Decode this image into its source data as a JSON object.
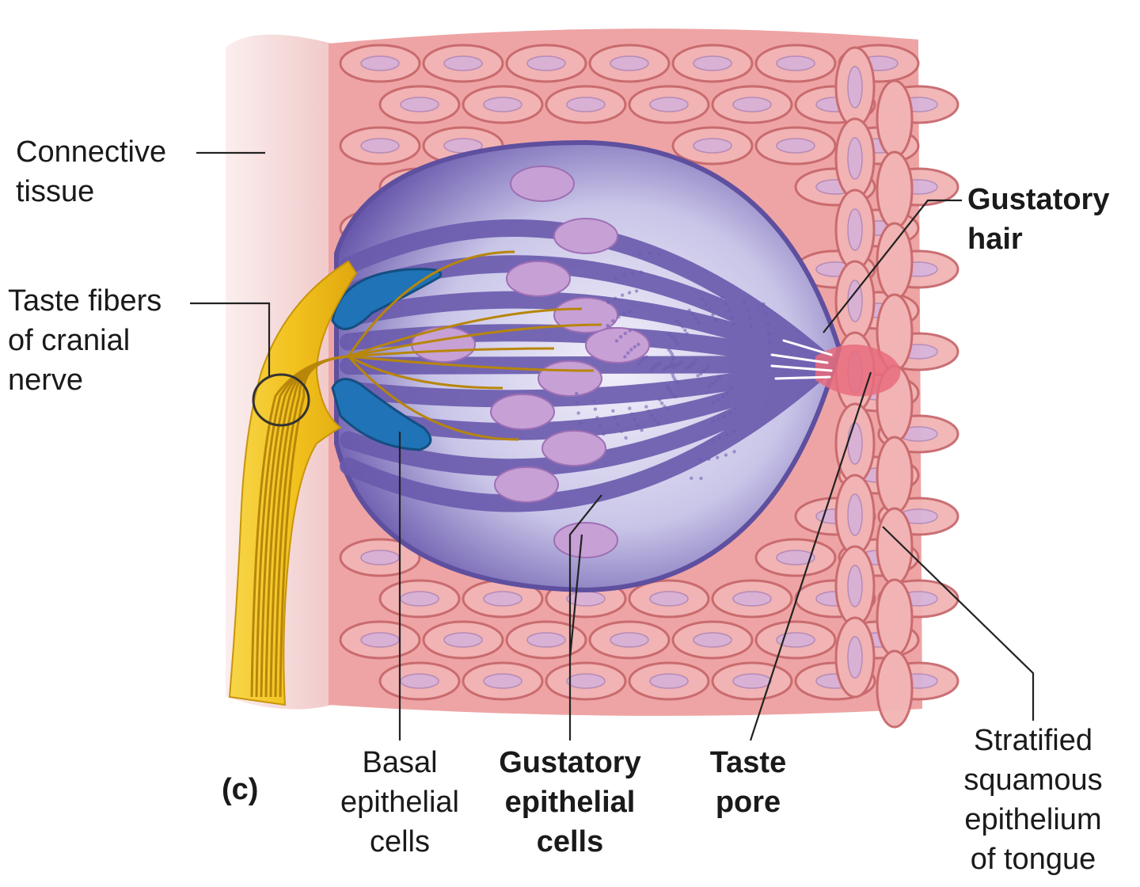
{
  "panel_letter": "(c)",
  "labels": {
    "connective_tissue": "Connective\ntissue",
    "taste_fibers": "Taste fibers\nof cranial\nnerve",
    "gustatory_hair": "Gustatory\nhair",
    "basal_cells": "Basal\nepithelial\ncells",
    "gustatory_cells": "Gustatory\nepithelial\ncells",
    "taste_pore": "Taste\npore",
    "stratified_epithelium": "Stratified\nsquamous\nepithelium\nof tongue"
  },
  "colors": {
    "epithelium": "#eea4a4",
    "epithelium_outline": "#c8686c",
    "connective": "#f6dede",
    "bud_purple": "#6a5aad",
    "bud_light": "#dcdcf2",
    "nucleus": "#c7a0d6",
    "basal_blue": "#1f73b6",
    "nerve": "#f2c21e",
    "pore": "#e86c7c"
  }
}
